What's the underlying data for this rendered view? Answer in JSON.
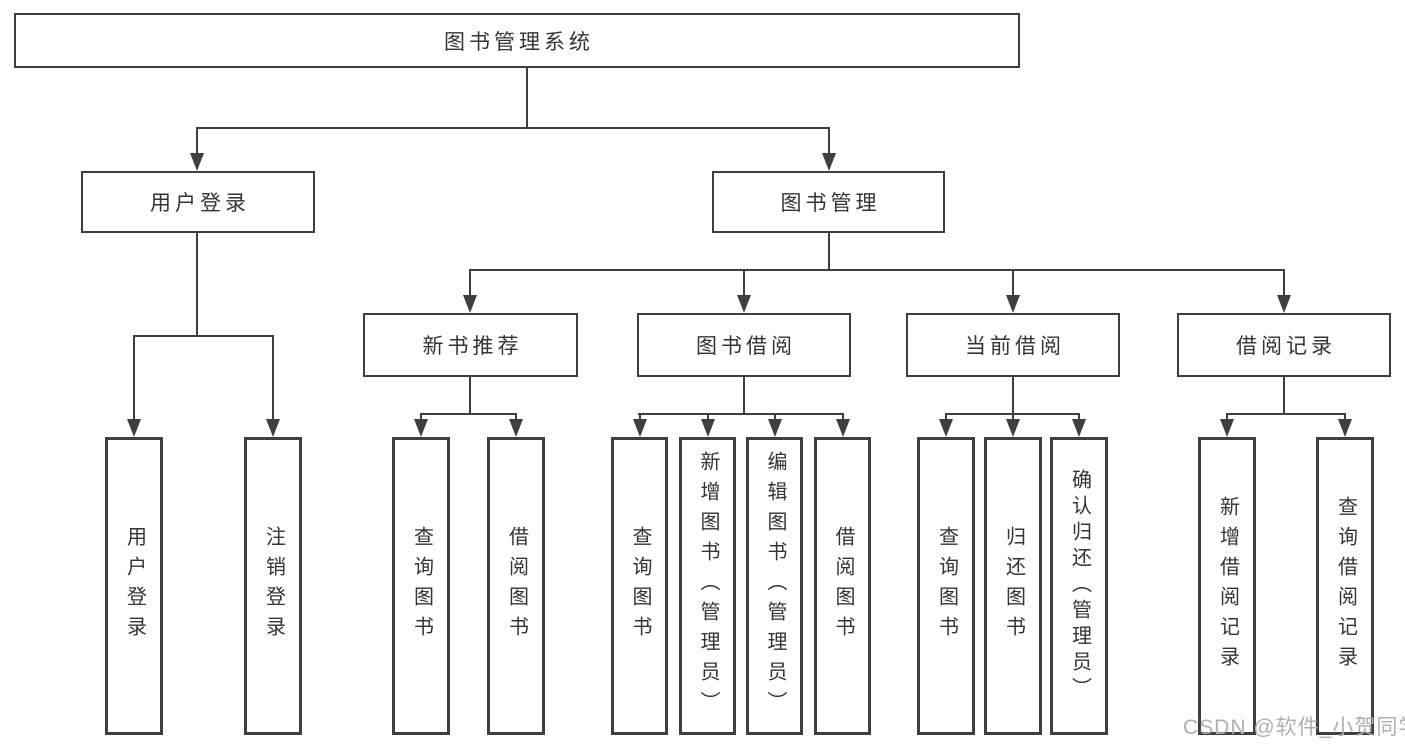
{
  "tree": {
    "label": "图书管理系统",
    "children": [
      {
        "label": "用户登录",
        "children": [
          {
            "label": "用户登录"
          },
          {
            "label": "注销登录"
          }
        ]
      },
      {
        "label": "图书管理",
        "children": [
          {
            "label": "新书推荐",
            "children": [
              {
                "label": "查询图书"
              },
              {
                "label": "借阅图书"
              }
            ]
          },
          {
            "label": "图书借阅",
            "children": [
              {
                "label": "查询图书"
              },
              {
                "label": "新增图书（管理员）"
              },
              {
                "label": "编辑图书（管理员）"
              },
              {
                "label": "借阅图书"
              }
            ]
          },
          {
            "label": "当前借阅",
            "children": [
              {
                "label": "查询图书"
              },
              {
                "label": "归还图书"
              },
              {
                "label": "确认归还（管理员）"
              }
            ]
          },
          {
            "label": "借阅记录",
            "children": [
              {
                "label": "新增借阅记录"
              },
              {
                "label": "查询借阅记录"
              }
            ]
          }
        ]
      }
    ]
  },
  "watermark": "CSDN @软件_小贺同学",
  "colors": {
    "line": "#3f3f3f",
    "box_border": "#3f3f3f",
    "box_fill": "#ffffff",
    "text": "#343434",
    "watermark": "#b0b0b0",
    "background": "#ffffff"
  }
}
